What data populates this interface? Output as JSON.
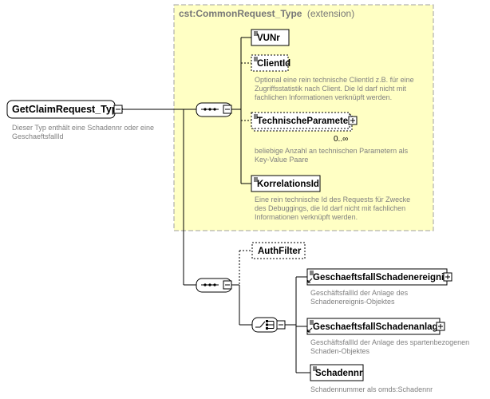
{
  "extension": {
    "type_name": "cst:CommonRequest_Type",
    "suffix": "(extension)"
  },
  "root": {
    "label": "GetClaimRequest_Type",
    "description": [
      "Dieser Typ enthält eine Schadennr oder eine",
      "GeschaeftsfallId"
    ]
  },
  "elements": {
    "vunr": {
      "label": "VUNr"
    },
    "clientid": {
      "label": "ClientId",
      "description": [
        "Optional eine rein technische ClientId z.B. für eine",
        "Zugriffsstatistik nach Client. Die Id darf nicht mit",
        "fachlichen Informationen verknüpft werden."
      ]
    },
    "technische": {
      "label": "TechnischeParameter",
      "occurrence": "0..∞",
      "description": [
        "beliebige Anzahl an technischen Parametern als",
        "Key-Value Paare"
      ]
    },
    "korrelation": {
      "label": "KorrelationsId",
      "description": [
        "Eine rein technische Id des Requests für Zwecke",
        "des Debuggings, die Id darf nicht mit fachlichen",
        "Informationen verknüpft werden."
      ]
    },
    "authfilter": {
      "label": "AuthFilter"
    },
    "gf_ereignis": {
      "label": "GeschaeftsfallSchadenereignis",
      "description": [
        "GeschäftsfallId der Anlage des",
        "Schadenereignis-Objektes"
      ]
    },
    "gf_anlage": {
      "label": "GeschaeftsfallSchadenanlage",
      "description": [
        "GeschäftsfallId der Anlage des spartenbezogenen",
        "Schaden-Objektes"
      ]
    },
    "schadennr": {
      "label": "Schadennr",
      "description": [
        "Schadennummer als omds:Schadennr"
      ]
    }
  },
  "colors": {
    "extension_fill": "#ffffc4",
    "extension_border": "#a0a0a0",
    "node_fill": "#ffffff",
    "border": "#000000",
    "description_text": "#808080"
  }
}
